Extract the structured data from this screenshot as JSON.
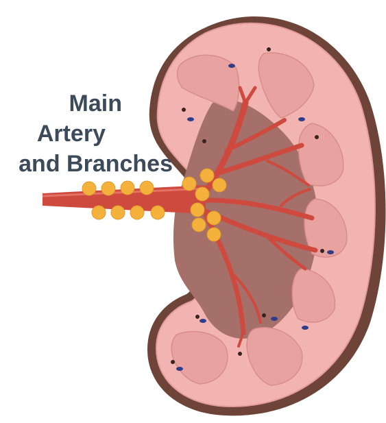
{
  "diagram": {
    "label_lines": [
      "Main",
      "Artery",
      "and Branches"
    ],
    "colors": {
      "capsule_outer": "#6e4438",
      "cortex": "#f2b4b0",
      "cortex_edge": "#d88c8c",
      "pyramid": "#e8a3a0",
      "pelvis": "#a56f6a",
      "artery": "#cf4a3e",
      "nerve_node": "#f4b13c",
      "dot_blue": "#2e3d8a",
      "dot_dark": "#3a2220",
      "label_text": "#3c4a5a"
    }
  }
}
